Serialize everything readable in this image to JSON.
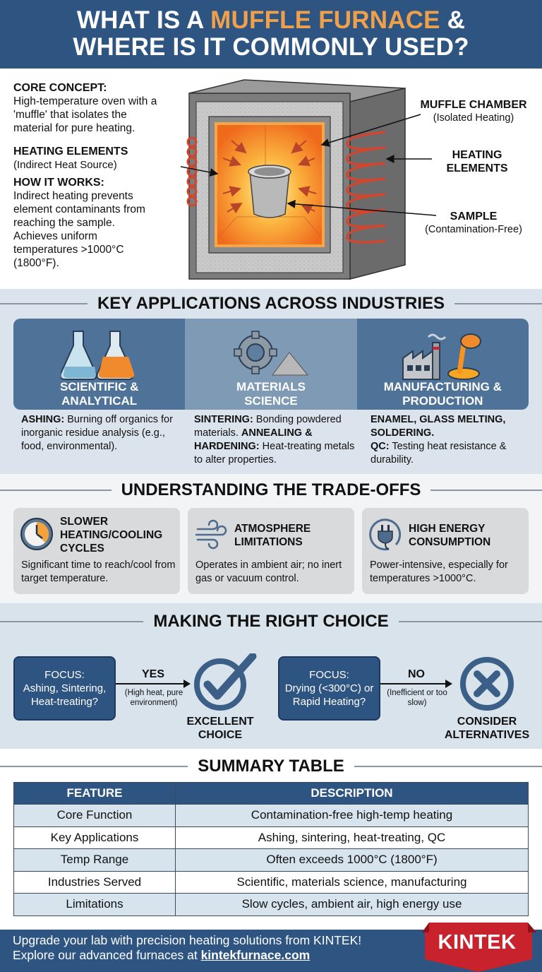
{
  "header": {
    "title_part1": "WHAT IS A ",
    "title_accent": "MUFFLE FURNACE",
    "title_part2": " &",
    "title_line2": "WHERE IS IT COMMONLY USED?",
    "accent_color": "#f0a04a",
    "background_color": "#2e5582"
  },
  "intro": {
    "core_concept": {
      "label": "CORE CONCEPT:",
      "text": "High-temperature oven with a 'muffle' that isolates the material for pure heating."
    },
    "heating_elements_left": {
      "label": "HEATING ELEMENTS",
      "sub": "(Indirect Heat Source)"
    },
    "how_it_works": {
      "label": "HOW IT WORKS:",
      "text": "Indirect heating prevents element contaminants from reaching the sample. Achieves uniform temperatures >1000°C (1800°F)."
    },
    "diagram_labels": {
      "muffle_chamber": "MUFFLE CHAMBER",
      "muffle_chamber_sub": "(Isolated Heating)",
      "heating_elements": "HEATING ELEMENTS",
      "sample": "SAMPLE",
      "sample_sub": "(Contamination-Free)"
    }
  },
  "applications": {
    "title": "KEY APPLICATIONS ACROSS INDUSTRIES",
    "items": [
      {
        "name": "SCIENTIFIC & ANALYTICAL",
        "icon": "flasks-icon",
        "desc_bold": "ASHING:",
        "desc": " Burning off organics for inorganic residue analysis (e.g., food, environmental)."
      },
      {
        "name": "MATERIALS SCIENCE",
        "icon": "gear-powder-icon",
        "desc_bold": "SINTERING:",
        "desc": " Bonding powdered materials. ",
        "desc_bold2": "ANNEALING & HARDENING:",
        "desc2": " Heat-treating metals to alter properties."
      },
      {
        "name": "MANUFACTURING & PRODUCTION",
        "icon": "factory-crucible-icon",
        "desc_bold": "ENAMEL, GLASS MELTING, SOLDERING.",
        "desc_bold2": "QC:",
        "desc2": " Testing heat resistance & durability."
      }
    ]
  },
  "tradeoffs": {
    "title": "UNDERSTANDING THE TRADE-OFFS",
    "items": [
      {
        "icon": "clock-icon",
        "title": "SLOWER HEATING/COOLING CYCLES",
        "desc": "Significant time to reach/cool from target temperature."
      },
      {
        "icon": "wind-icon",
        "title": "ATMOSPHERE LIMITATIONS",
        "desc": "Operates in ambient air; no inert gas or vacuum control."
      },
      {
        "icon": "plug-icon",
        "title": "HIGH ENERGY CONSUMPTION",
        "desc": "Power-intensive, especially for temperatures >1000°C."
      }
    ]
  },
  "choice": {
    "title": "MAKING THE RIGHT CHOICE",
    "yes_path": {
      "focus_label": "FOCUS:",
      "focus_text": "Ashing, Sintering, Heat-treating?",
      "arrow_label": "YES",
      "arrow_sub": "(High heat, pure environment)",
      "result": "EXCELLENT CHOICE",
      "result_icon": "checkmark-circle-icon"
    },
    "no_path": {
      "focus_label": "FOCUS:",
      "focus_text": "Drying (<300°C) or Rapid Heating?",
      "arrow_label": "NO",
      "arrow_sub": "(Inefficient or too slow)",
      "result": "CONSIDER ALTERNATIVES",
      "result_icon": "x-circle-icon"
    }
  },
  "summary": {
    "title": "SUMMARY TABLE",
    "columns": [
      "FEATURE",
      "DESCRIPTION"
    ],
    "rows": [
      [
        "Core Function",
        "Contamination-free high-temp heating"
      ],
      [
        "Key Applications",
        "Ashing, sintering, heat-treating, QC"
      ],
      [
        "Temp Range",
        "Often exceeds 1000°C (1800°F)"
      ],
      [
        "Industries Served",
        "Scientific, materials science, manufacturing"
      ],
      [
        "Limitations",
        "Slow cycles, ambient air, high energy use"
      ]
    ]
  },
  "footer": {
    "line1": "Upgrade your lab with precision heating solutions from KINTEK!",
    "line2_prefix": "Explore our advanced furnaces at ",
    "link": "kintekfurnace.com",
    "brand": "KINTEK",
    "brand_color": "#c8232c"
  }
}
